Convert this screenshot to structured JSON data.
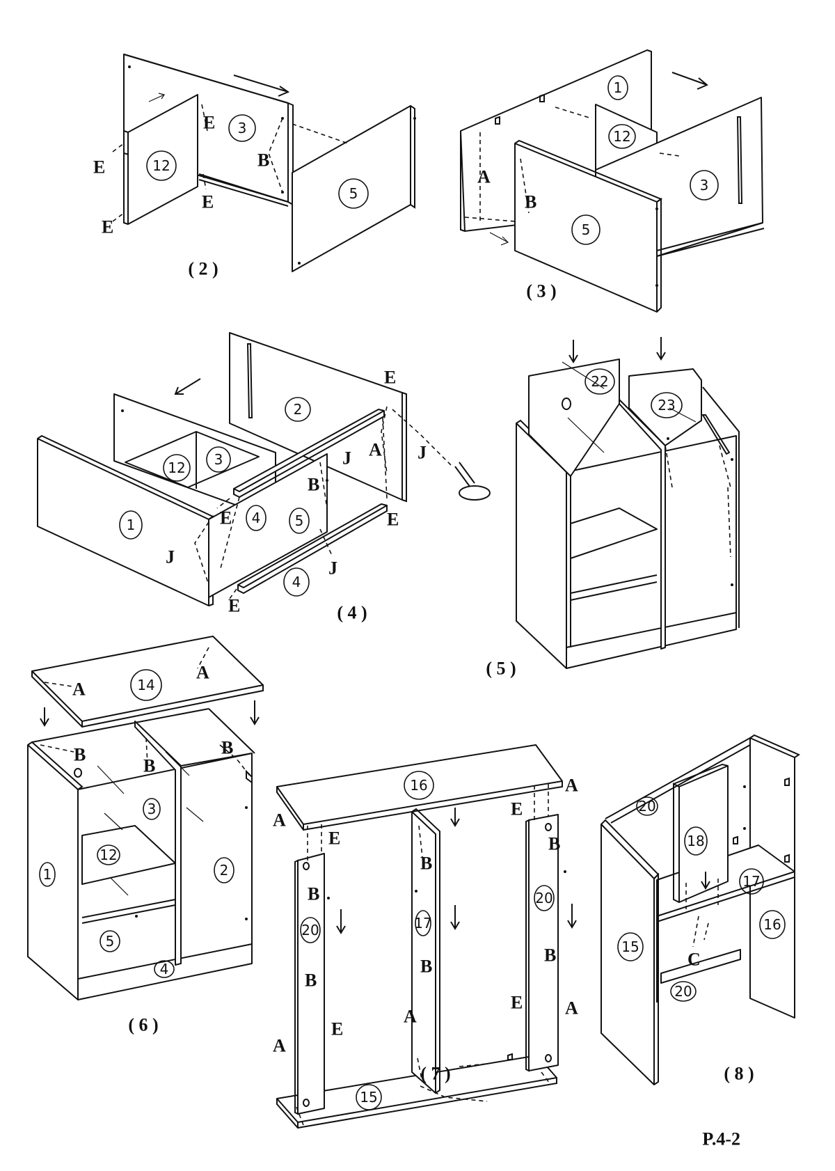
{
  "page_number": "P.4-2",
  "labels": {
    "A": "A",
    "B": "B",
    "C": "C",
    "E": "E",
    "J": "J"
  },
  "steps": [
    {
      "label": "( 2 )",
      "parts": [
        "12",
        "3",
        "5"
      ]
    },
    {
      "label": "( 3 )",
      "parts": [
        "1",
        "12",
        "3",
        "5"
      ]
    },
    {
      "label": "( 4 )",
      "parts": [
        "2",
        "12",
        "3",
        "1",
        "4",
        "5",
        "4"
      ]
    },
    {
      "label": "( 5 )",
      "parts": [
        "22",
        "23"
      ]
    },
    {
      "label": "( 6 )",
      "parts": [
        "14",
        "1",
        "3",
        "12",
        "2",
        "5",
        "4"
      ]
    },
    {
      "label": "( 7 )",
      "parts": [
        "16",
        "20",
        "17",
        "20",
        "15"
      ]
    },
    {
      "label": "( 8 )",
      "parts": [
        "20",
        "18",
        "17",
        "15",
        "16",
        "20"
      ]
    }
  ]
}
